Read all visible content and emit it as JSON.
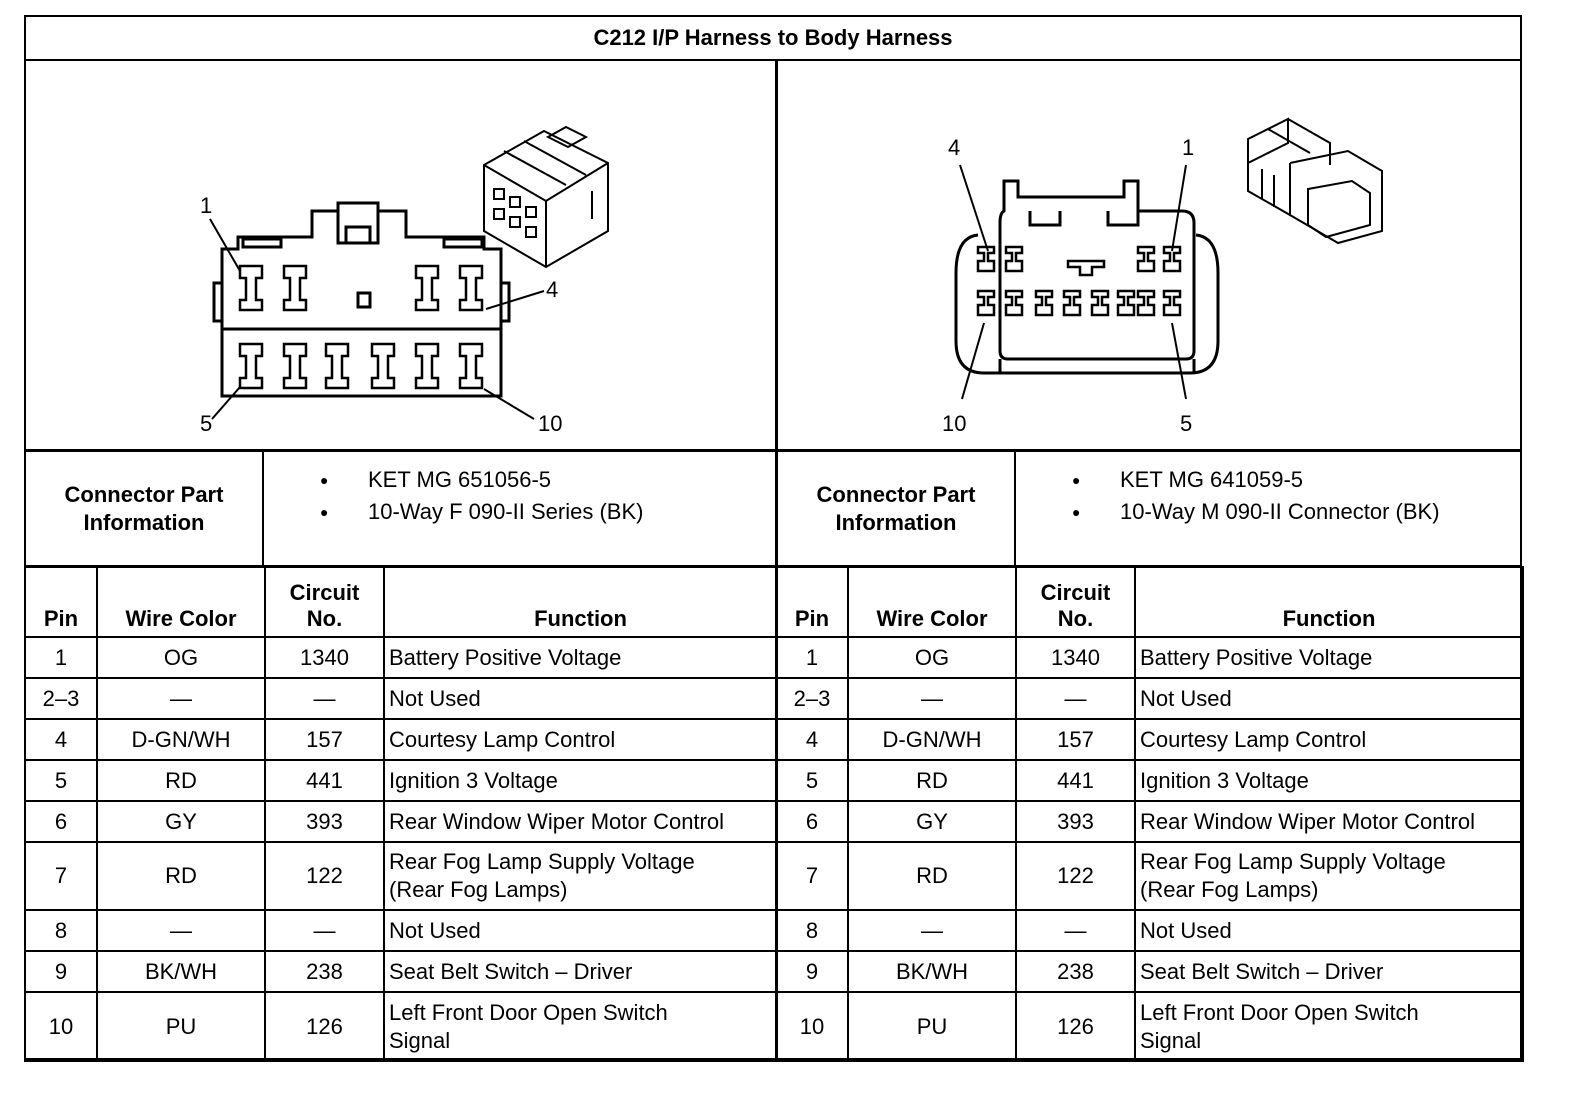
{
  "title": "C212 I/P Harness to Body Harness",
  "diagrams": {
    "left": {
      "labels": {
        "pin1": "1",
        "pin4": "4",
        "pin5": "5",
        "pin10": "10"
      }
    },
    "right": {
      "labels": {
        "pin4": "4",
        "pin1": "1",
        "pin10": "10",
        "pin5": "5"
      }
    }
  },
  "left": {
    "info_label_line1": "Connector Part",
    "info_label_line2": "Information",
    "info": [
      "KET MG 651056-5",
      "10-Way F 090-II Series (BK)"
    ],
    "headers": {
      "pin": "Pin",
      "wire_color": "Wire Color",
      "circuit_line1": "Circuit",
      "circuit_line2": "No.",
      "function": "Function"
    },
    "rows": [
      {
        "pin": "1",
        "color": "OG",
        "circuit": "1340",
        "function": "Battery Positive Voltage"
      },
      {
        "pin": "2–3",
        "color": "—",
        "circuit": "—",
        "function": "Not Used"
      },
      {
        "pin": "4",
        "color": "D-GN/WH",
        "circuit": "157",
        "function": "Courtesy Lamp Control"
      },
      {
        "pin": "5",
        "color": "RD",
        "circuit": "441",
        "function": "Ignition 3 Voltage"
      },
      {
        "pin": "6",
        "color": "GY",
        "circuit": "393",
        "function": "Rear Window Wiper Motor Control"
      },
      {
        "pin": "7",
        "color": "RD",
        "circuit": "122",
        "function_line1": "Rear Fog Lamp Supply Voltage",
        "function_line2": "(Rear Fog Lamps)"
      },
      {
        "pin": "8",
        "color": "—",
        "circuit": "—",
        "function": "Not Used"
      },
      {
        "pin": "9",
        "color": "BK/WH",
        "circuit": "238",
        "function": "Seat Belt Switch – Driver"
      },
      {
        "pin": "10",
        "color": "PU",
        "circuit": "126",
        "function_line1": "Left Front Door Open Switch",
        "function_line2": "Signal"
      }
    ]
  },
  "right": {
    "info_label_line1": "Connector Part",
    "info_label_line2": "Information",
    "info": [
      "KET MG 641059-5",
      "10-Way M 090-II Connector (BK)"
    ],
    "headers": {
      "pin": "Pin",
      "wire_color": "Wire Color",
      "circuit_line1": "Circuit",
      "circuit_line2": "No.",
      "function": "Function"
    },
    "rows": [
      {
        "pin": "1",
        "color": "OG",
        "circuit": "1340",
        "function": "Battery Positive Voltage"
      },
      {
        "pin": "2–3",
        "color": "—",
        "circuit": "—",
        "function": "Not Used"
      },
      {
        "pin": "4",
        "color": "D-GN/WH",
        "circuit": "157",
        "function": "Courtesy Lamp Control"
      },
      {
        "pin": "5",
        "color": "RD",
        "circuit": "441",
        "function": "Ignition 3 Voltage"
      },
      {
        "pin": "6",
        "color": "GY",
        "circuit": "393",
        "function": "Rear Window Wiper Motor Control"
      },
      {
        "pin": "7",
        "color": "RD",
        "circuit": "122",
        "function_line1": "Rear Fog Lamp Supply Voltage",
        "function_line2": "(Rear Fog Lamps)"
      },
      {
        "pin": "8",
        "color": "—",
        "circuit": "—",
        "function": "Not Used"
      },
      {
        "pin": "9",
        "color": "BK/WH",
        "circuit": "238",
        "function": "Seat Belt Switch – Driver"
      },
      {
        "pin": "10",
        "color": "PU",
        "circuit": "126",
        "function_line1": "Left Front Door Open Switch",
        "function_line2": "Signal"
      }
    ]
  }
}
